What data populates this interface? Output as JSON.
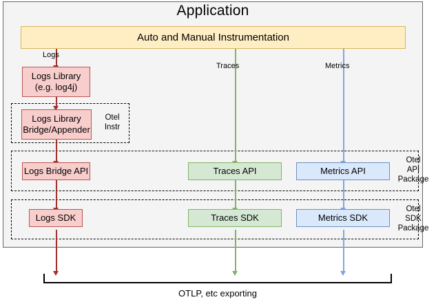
{
  "diagram": {
    "title": "Application",
    "nodes": {
      "instrumentation": "Auto and Manual Instrumentation",
      "logs_library": "Logs Library\n(e.g. log4j)",
      "logs_library_l1": "Logs Library",
      "logs_library_l2": "(e.g. log4j)",
      "logs_bridge_appender_l1": "Logs Library",
      "logs_bridge_appender_l2": "Bridge/Appender",
      "logs_bridge_api": "Logs Bridge API",
      "traces_api": "Traces API",
      "metrics_api": "Metrics API",
      "logs_sdk": "Logs SDK",
      "traces_sdk": "Traces SDK",
      "metrics_sdk": "Metrics SDK"
    },
    "packages": {
      "otel_instr_l1": "Otel",
      "otel_instr_l2": "Instr",
      "otel_api_l1": "Otel",
      "otel_api_l2": "API",
      "otel_api_l3": "Package",
      "otel_sdk_l1": "Otel",
      "otel_sdk_l2": "SDK",
      "otel_sdk_l3": "Package"
    },
    "edge_labels": {
      "logs": "Logs",
      "traces": "Traces",
      "metrics": "Metrics"
    },
    "export": {
      "label": "OTLP, etc exporting"
    },
    "colors": {
      "logs": "#a0322f",
      "traces": "#82b366",
      "metrics": "#7ea6e0",
      "yellow_fill": "#ffeec4",
      "yellow_stroke": "#d6b656",
      "red_fill": "#f8cecc",
      "red_stroke": "#b85450",
      "green_fill": "#d5e8d4",
      "green_stroke": "#82b366",
      "blue_fill": "#dae8fc",
      "blue_stroke": "#6c8ebf",
      "frame_bg": "#f4f4f4",
      "frame_stroke": "#666666"
    }
  }
}
